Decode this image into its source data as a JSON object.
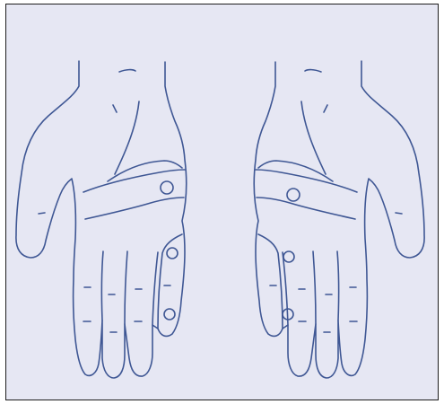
{
  "colors": {
    "background": "#e6e7f3",
    "line": "#3f5794",
    "marker": "#3f5794",
    "frame": "#1c1c1c"
  },
  "figure": {
    "subject": "two-palms-with-circle-markers",
    "hands": [
      {
        "id": "left-hand",
        "markers": 3
      },
      {
        "id": "right-hand",
        "markers": 3
      }
    ]
  }
}
